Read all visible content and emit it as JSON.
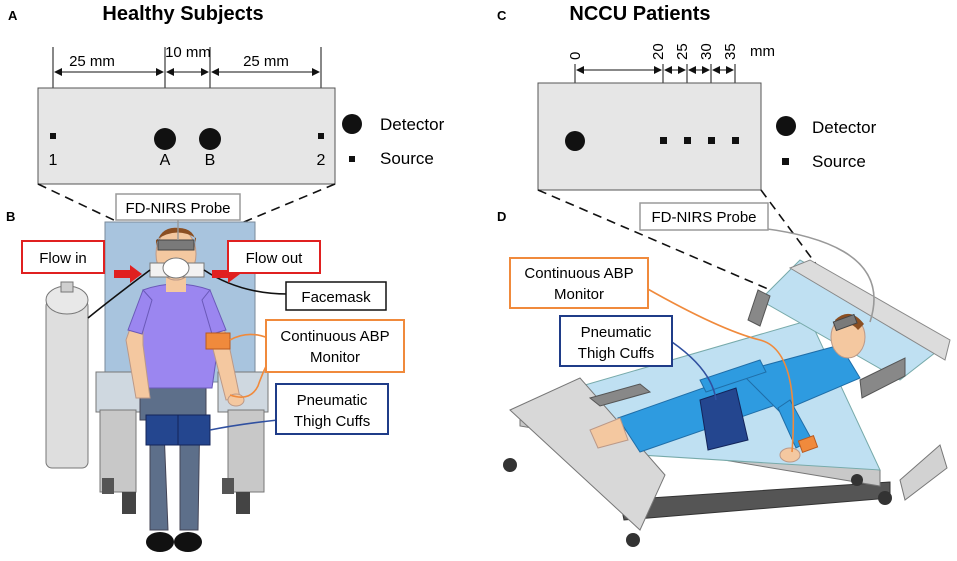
{
  "panels": {
    "a": {
      "letter": "A",
      "title": "Healthy Subjects",
      "dist": [
        "25 mm",
        "10 mm",
        "25 mm"
      ],
      "labels": [
        "1",
        "A",
        "B",
        "2"
      ],
      "legend_detector": "Detector",
      "legend_source": "Source"
    },
    "b": {
      "letter": "B",
      "probe": "FD-NIRS Probe",
      "flow_in": "Flow in",
      "flow_out": "Flow out",
      "facemask": "Facemask",
      "abp_line1": "Continuous ABP",
      "abp_line2": "Monitor",
      "cuff_line1": "Pneumatic",
      "cuff_line2": "Thigh Cuffs"
    },
    "c": {
      "letter": "C",
      "title": "NCCU Patients",
      "ticks": [
        "0",
        "20",
        "25",
        "30",
        "35"
      ],
      "unit": "mm",
      "legend_detector": "Detector",
      "legend_source": "Source"
    },
    "d": {
      "letter": "D",
      "probe": "FD-NIRS Probe",
      "abp_line1": "Continuous ABP",
      "abp_line2": "Monitor",
      "cuff_line1": "Pneumatic",
      "cuff_line2": "Thigh Cuffs"
    }
  },
  "colors": {
    "flow_box": "#e02020",
    "abp_box": "#f08a3c",
    "cuff_box": "#1f3c88",
    "probe_box": "#9a9a9a",
    "shirt_b": "#9b86f0",
    "scrubs_d": "#2e9be0",
    "cuff_fill": "#24468f"
  }
}
